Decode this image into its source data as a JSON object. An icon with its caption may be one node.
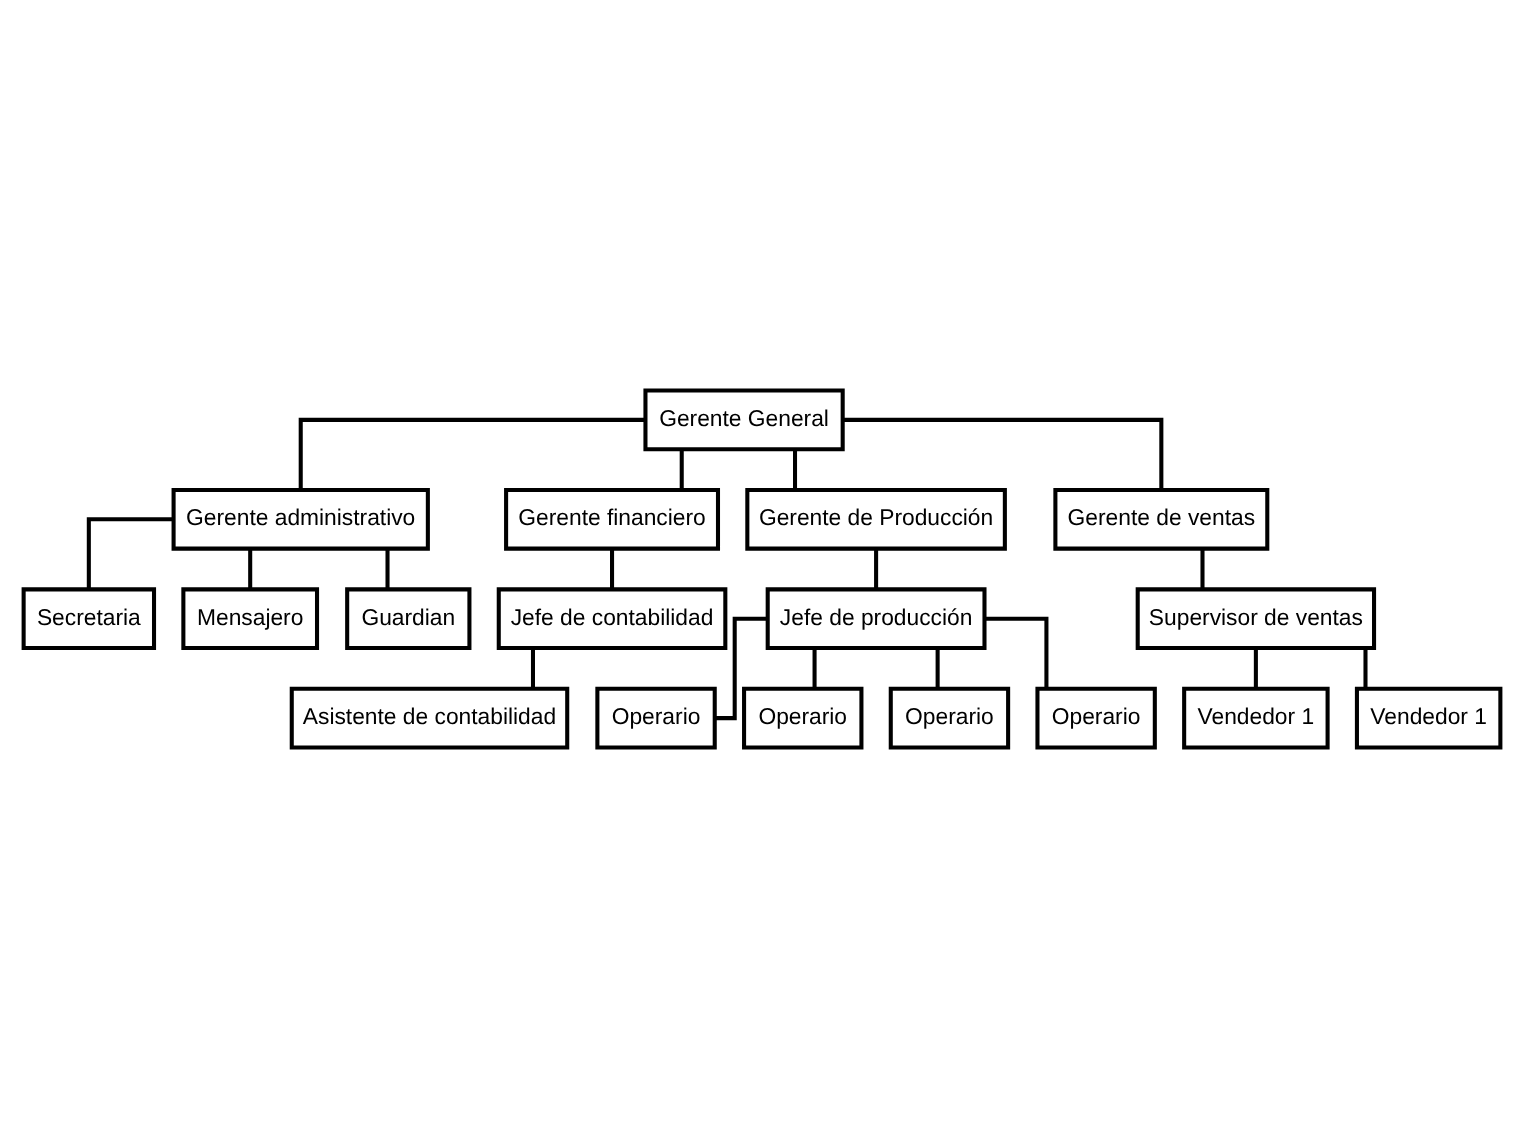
{
  "diagram": {
    "nodes": [
      {
        "text": [
          "Gerente General"
        ]
      },
      {
        "text": [
          "Gerente administrativo"
        ]
      },
      {
        "text": [
          "Gerente financiero"
        ]
      },
      {
        "text": [
          "Gerente de Producción"
        ]
      },
      {
        "text": [
          "Gerente de ventas"
        ]
      },
      {
        "text": [
          "Secretaria"
        ]
      },
      {
        "text": [
          "Mensajero"
        ]
      },
      {
        "text": [
          "Guardian"
        ]
      },
      {
        "text": [
          "Jefe de contabilidad"
        ]
      },
      {
        "text": [
          "Asistente de contabilidad"
        ]
      },
      {
        "text": [
          "Jefe de producción"
        ]
      },
      {
        "text": [
          "Operario"
        ]
      },
      {
        "text": [
          "Operario"
        ]
      },
      {
        "text": [
          "Operario"
        ]
      },
      {
        "text": [
          "Operario"
        ]
      },
      {
        "text": [
          "Supervisor de ventas"
        ]
      },
      {
        "text": [
          "Vendedor 1"
        ]
      },
      {
        "text": [
          "Vendedor 1"
        ]
      }
    ],
    "edges": [
      {
        "from": 0,
        "to": 1,
        "arrow": "none"
      },
      {
        "from": 0,
        "to": 2,
        "arrow": "none"
      },
      {
        "from": 0,
        "to": 3,
        "arrow": "none"
      },
      {
        "from": 0,
        "to": 4,
        "arrow": "none"
      },
      {
        "from": 1,
        "to": 5,
        "arrow": "none"
      },
      {
        "from": 1,
        "to": 6,
        "arrow": "none"
      },
      {
        "from": 1,
        "to": 7,
        "arrow": "none"
      },
      {
        "from": 2,
        "to": 8,
        "arrow": "none"
      },
      {
        "from": 8,
        "to": 9,
        "arrow": "none"
      },
      {
        "from": 3,
        "to": 10,
        "arrow": "none"
      },
      {
        "from": 10,
        "to": 11,
        "arrow": "none"
      },
      {
        "from": 10,
        "to": 12,
        "arrow": "none"
      },
      {
        "from": 10,
        "to": 13,
        "arrow": "none"
      },
      {
        "from": 10,
        "to": 14,
        "arrow": "none"
      },
      {
        "from": 4,
        "to": 15,
        "arrow": "none"
      },
      {
        "from": 15,
        "to": 16,
        "arrow": "none"
      },
      {
        "from": 15,
        "to": 17,
        "arrow": "none"
      }
    ]
  }
}
